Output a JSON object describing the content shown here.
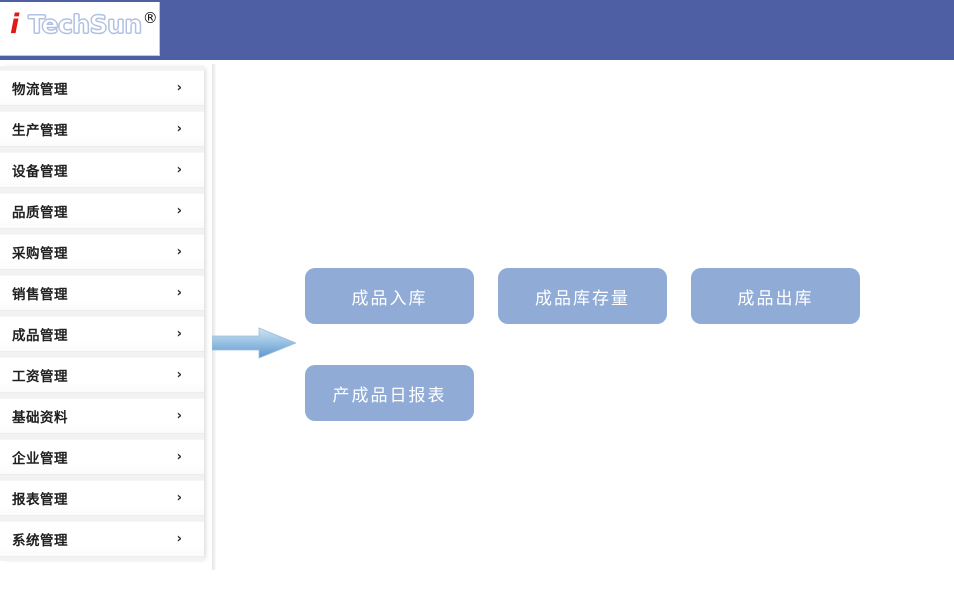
{
  "header": {
    "logo": {
      "mark": "i",
      "word": "TechSun",
      "registered": "®",
      "icon_name": "techsun-logo"
    },
    "background_color": "#4e5fa3"
  },
  "sidebar": {
    "items": [
      {
        "label": "物流管理",
        "chevron": "›",
        "name": "logistics-management"
      },
      {
        "label": "生产管理",
        "chevron": "›",
        "name": "production-management"
      },
      {
        "label": "设备管理",
        "chevron": "›",
        "name": "equipment-management"
      },
      {
        "label": "品质管理",
        "chevron": "›",
        "name": "quality-management"
      },
      {
        "label": "采购管理",
        "chevron": "›",
        "name": "purchasing-management"
      },
      {
        "label": "销售管理",
        "chevron": "›",
        "name": "sales-management"
      },
      {
        "label": "成品管理",
        "chevron": "›",
        "name": "finished-goods-management"
      },
      {
        "label": "工资管理",
        "chevron": "›",
        "name": "payroll-management"
      },
      {
        "label": "基础资料",
        "chevron": "›",
        "name": "basic-data"
      },
      {
        "label": "企业管理",
        "chevron": "›",
        "name": "enterprise-management"
      },
      {
        "label": "报表管理",
        "chevron": "›",
        "name": "report-management"
      },
      {
        "label": "系统管理",
        "chevron": "›",
        "name": "system-management"
      }
    ]
  },
  "main": {
    "pointer_icon": "right-arrow-icon",
    "button_color": "#8fabd6",
    "rows": [
      [
        {
          "label": "成品入库",
          "name": "finished-goods-inbound"
        },
        {
          "label": "成品库存量",
          "name": "finished-goods-stock"
        },
        {
          "label": "成品出库",
          "name": "finished-goods-outbound"
        }
      ],
      [
        {
          "label": "产成品日报表",
          "name": "finished-goods-daily-report"
        }
      ]
    ]
  }
}
